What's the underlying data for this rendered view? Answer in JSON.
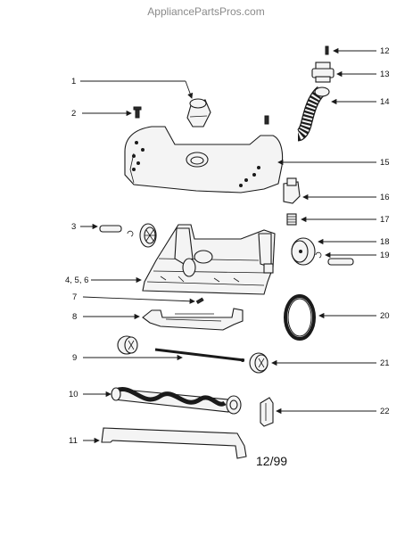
{
  "watermark": "AppliancePartsPros.com",
  "date_code": "12/99",
  "callouts": {
    "c1": "1",
    "c2": "2",
    "c3": "3",
    "c456": "4, 5, 6",
    "c7": "7",
    "c8": "8",
    "c9": "9",
    "c10": "10",
    "c11": "11",
    "c12": "12",
    "c13": "13",
    "c14": "14",
    "c15": "15",
    "c16": "16",
    "c17": "17",
    "c18": "18",
    "c19": "19",
    "c20": "20",
    "c21": "21",
    "c22": "22"
  },
  "colors": {
    "line": "#1a1a1a",
    "watermark": "#8a8a8a"
  }
}
